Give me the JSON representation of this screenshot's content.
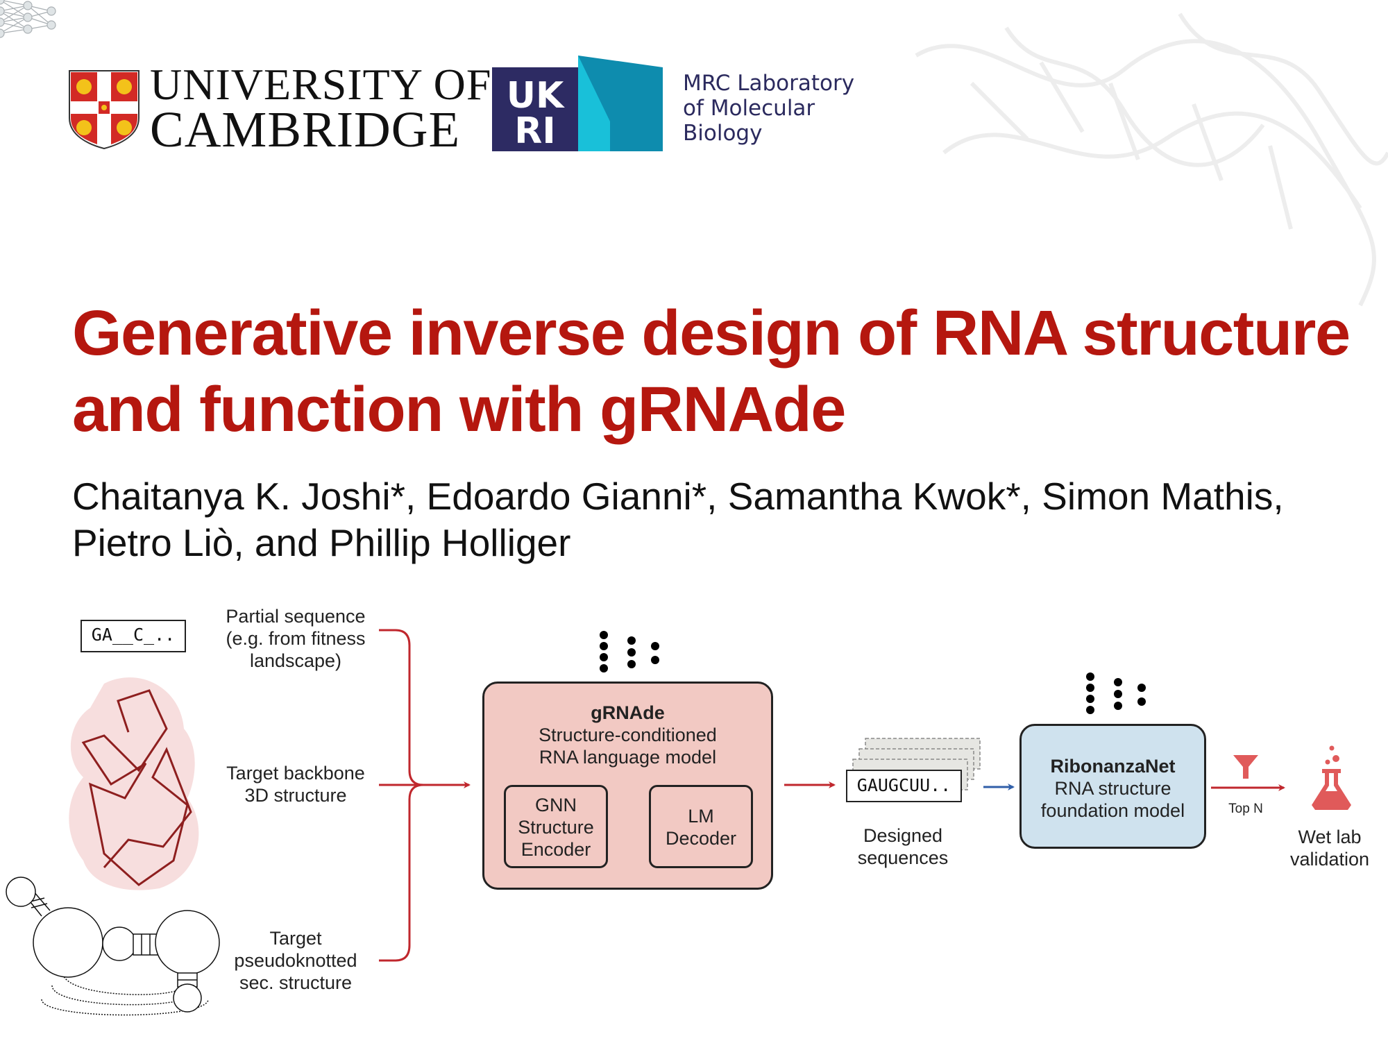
{
  "header": {
    "cambridge_logo": {
      "line1": "UNIVERSITY OF",
      "line2": "CAMBRIDGE"
    },
    "ukri_logo": {
      "text": "UKRI"
    },
    "mrc_lmb": {
      "line1": "MRC Laboratory",
      "line2": "of Molecular",
      "line3": "Biology"
    }
  },
  "title": {
    "line1": "Generative inverse design of RNA structure",
    "line2": "and function with gRNAde"
  },
  "authors": {
    "line1": "Chaitanya K. Joshi*, Edoardo Gianni*, Samantha Kwok*, Simon Mathis,",
    "line2": "Pietro Liò, and Phillip Holliger"
  },
  "diagram": {
    "partial_sequence_value": "GA__C_..",
    "inputs": [
      {
        "lines": [
          "Partial sequence",
          "(e.g. from fitness",
          "landscape)"
        ]
      },
      {
        "lines": [
          "Target backbone",
          "3D structure"
        ]
      },
      {
        "lines": [
          "Target",
          "pseudoknotted",
          "sec. structure"
        ]
      }
    ],
    "grnade": {
      "name": "gRNAde",
      "desc1": "Structure-conditioned",
      "desc2": "RNA language model",
      "encoder": [
        "GNN",
        "Structure",
        "Encoder"
      ],
      "decoder": [
        "LM",
        "Decoder"
      ]
    },
    "designed": {
      "sequence": "GAUGCUU..",
      "label1": "Designed",
      "label2": "sequences"
    },
    "ribonanza": {
      "name": "RibonanzaNet",
      "desc1": "RNA structure",
      "desc2": "foundation model"
    },
    "filter_label": "Top N",
    "wetlab": {
      "label1": "Wet lab",
      "label2": "validation"
    },
    "colors": {
      "accent_red": "#b5170f",
      "arrow_red": "#c0272d",
      "grnade_fill": "#f2c9c3",
      "ribonanza_fill": "#cfe2ee",
      "arrow_blue": "#2f5ea8"
    }
  }
}
